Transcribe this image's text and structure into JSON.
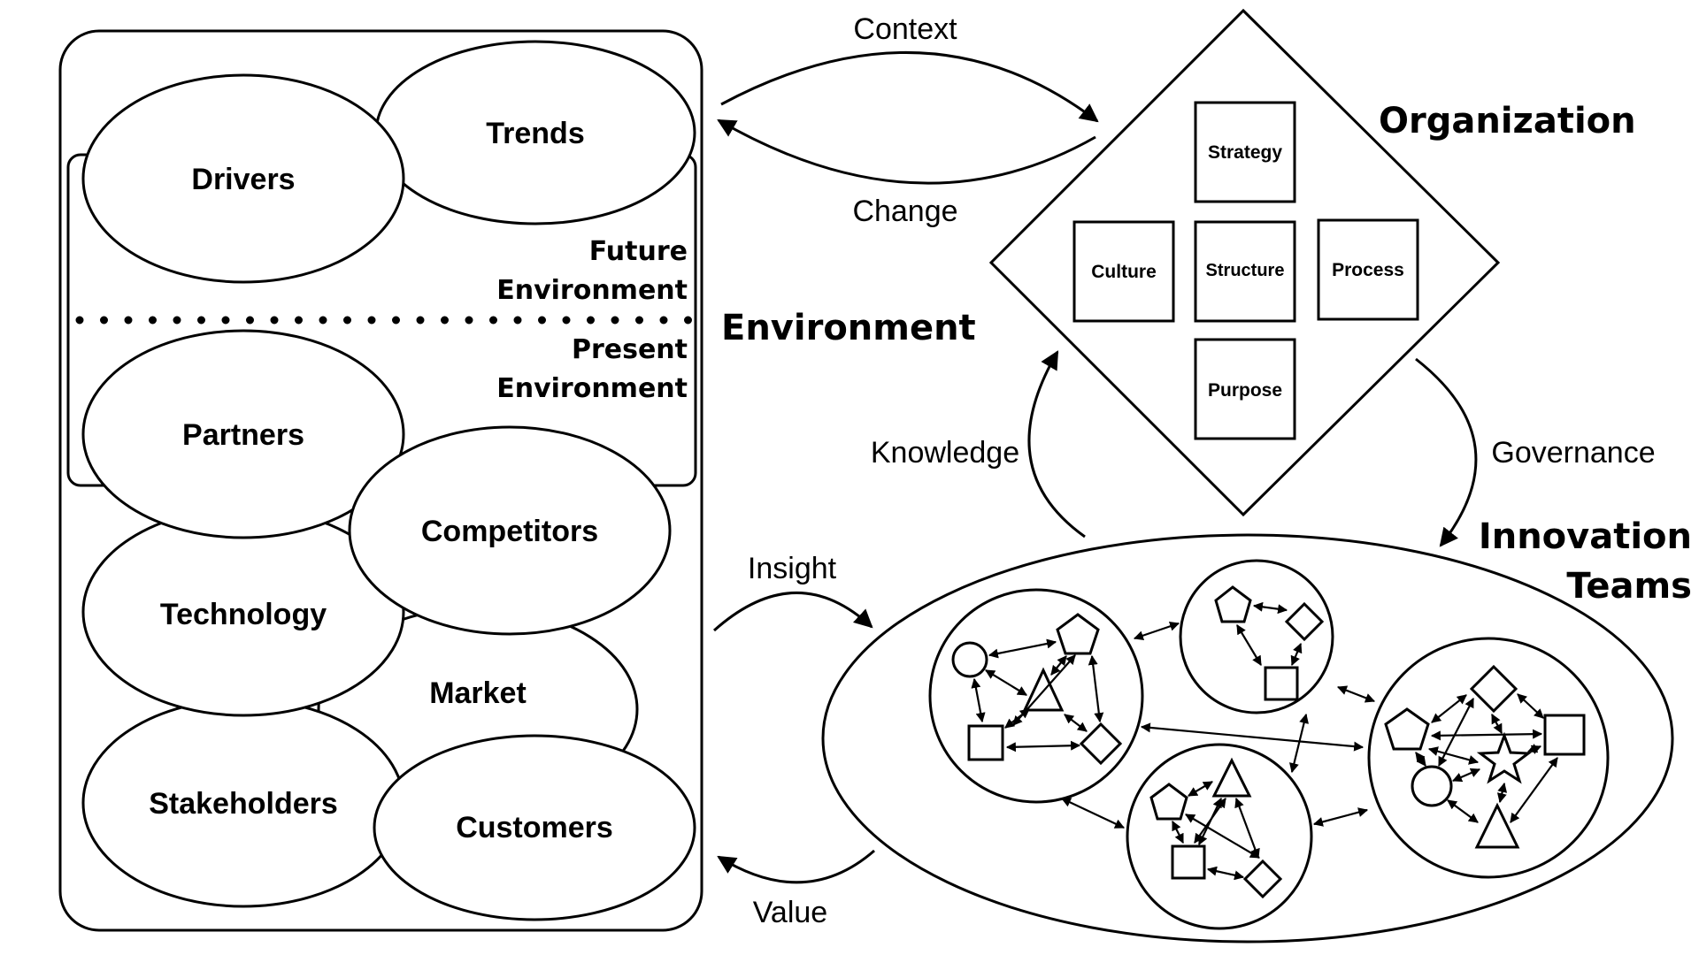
{
  "environment": {
    "heading": "Environment",
    "future_label": [
      "Future",
      "Environment"
    ],
    "present_label": [
      "Present",
      "Environment"
    ],
    "ellipses": {
      "drivers": "Drivers",
      "trends": "Trends",
      "partners": "Partners",
      "competitors": "Competitors",
      "technology": "Technology",
      "market": "Market",
      "stakeholders": "Stakeholders",
      "customers": "Customers"
    }
  },
  "organization": {
    "heading": "Organization",
    "boxes": {
      "strategy": "Strategy",
      "culture": "Culture",
      "structure": "Structure",
      "process": "Process",
      "purpose": "Purpose"
    }
  },
  "innovation_teams": {
    "heading": [
      "Innovation",
      "Teams"
    ]
  },
  "flows": {
    "context": "Context",
    "change": "Change",
    "knowledge": "Knowledge",
    "governance": "Governance",
    "insight": "Insight",
    "value": "Value"
  },
  "colors": {
    "line": "#000000",
    "background": "#ffffff"
  }
}
